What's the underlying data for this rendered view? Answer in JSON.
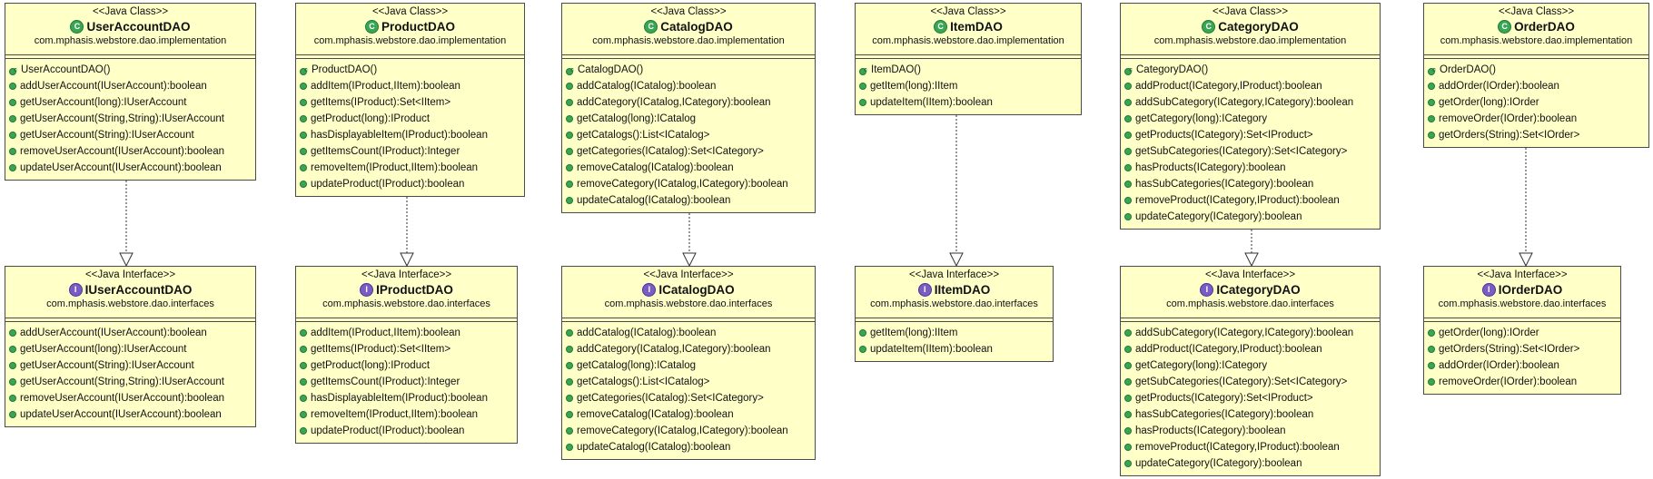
{
  "classes": [
    {
      "stereotype": "<<Java Class>>",
      "name": "UserAccountDAO",
      "package": "com.mphasis.webstore.dao.implementation",
      "methods": [
        "UserAccountDAO()",
        "addUserAccount(IUserAccount):boolean",
        "getUserAccount(long):IUserAccount",
        "getUserAccount(String,String):IUserAccount",
        "getUserAccount(String):IUserAccount",
        "removeUserAccount(IUserAccount):boolean",
        "updateUserAccount(IUserAccount):boolean"
      ]
    },
    {
      "stereotype": "<<Java Class>>",
      "name": "ProductDAO",
      "package": "com.mphasis.webstore.dao.implementation",
      "methods": [
        "ProductDAO()",
        "addItem(IProduct,IItem):boolean",
        "getItems(IProduct):Set<IItem>",
        "getProduct(long):IProduct",
        "hasDisplayableItem(IProduct):boolean",
        "getItemsCount(IProduct):Integer",
        "removeItem(IProduct,IItem):boolean",
        "updateProduct(IProduct):boolean"
      ]
    },
    {
      "stereotype": "<<Java Class>>",
      "name": "CatalogDAO",
      "package": "com.mphasis.webstore.dao.implementation",
      "methods": [
        "CatalogDAO()",
        "addCatalog(ICatalog):boolean",
        "addCategory(ICatalog,ICategory):boolean",
        "getCatalog(long):ICatalog",
        "getCatalogs():List<ICatalog>",
        "getCategories(ICatalog):Set<ICategory>",
        "removeCatalog(ICatalog):boolean",
        "removeCategory(ICatalog,ICategory):boolean",
        "updateCatalog(ICatalog):boolean"
      ]
    },
    {
      "stereotype": "<<Java Class>>",
      "name": "ItemDAO",
      "package": "com.mphasis.webstore.dao.implementation",
      "methods": [
        "ItemDAO()",
        "getItem(long):IItem",
        "updateItem(IItem):boolean"
      ]
    },
    {
      "stereotype": "<<Java Class>>",
      "name": "CategoryDAO",
      "package": "com.mphasis.webstore.dao.implementation",
      "methods": [
        "CategoryDAO()",
        "addProduct(ICategory,IProduct):boolean",
        "addSubCategory(ICategory,ICategory):boolean",
        "getCategory(long):ICategory",
        "getProducts(ICategory):Set<IProduct>",
        "getSubCategories(ICategory):Set<ICategory>",
        "hasProducts(ICategory):boolean",
        "hasSubCategories(ICategory):boolean",
        "removeProduct(ICategory,IProduct):boolean",
        "updateCategory(ICategory):boolean"
      ]
    },
    {
      "stereotype": "<<Java Class>>",
      "name": "OrderDAO",
      "package": "com.mphasis.webstore.dao.implementation",
      "methods": [
        "OrderDAO()",
        "addOrder(IOrder):boolean",
        "getOrder(long):IOrder",
        "removeOrder(IOrder):boolean",
        "getOrders(String):Set<IOrder>"
      ]
    }
  ],
  "interfaces": [
    {
      "stereotype": "<<Java Interface>>",
      "name": "IUserAccountDAO",
      "package": "com.mphasis.webstore.dao.interfaces",
      "methods": [
        "addUserAccount(IUserAccount):boolean",
        "getUserAccount(long):IUserAccount",
        "getUserAccount(String):IUserAccount",
        "getUserAccount(String,String):IUserAccount",
        "removeUserAccount(IUserAccount):boolean",
        "updateUserAccount(IUserAccount):boolean"
      ]
    },
    {
      "stereotype": "<<Java Interface>>",
      "name": "IProductDAO",
      "package": "com.mphasis.webstore.dao.interfaces",
      "methods": [
        "addItem(IProduct,IItem):boolean",
        "getItems(IProduct):Set<IItem>",
        "getProduct(long):IProduct",
        "getItemsCount(IProduct):Integer",
        "hasDisplayableItem(IProduct):boolean",
        "removeItem(IProduct,IItem):boolean",
        "updateProduct(IProduct):boolean"
      ]
    },
    {
      "stereotype": "<<Java Interface>>",
      "name": "ICatalogDAO",
      "package": "com.mphasis.webstore.dao.interfaces",
      "methods": [
        "addCatalog(ICatalog):boolean",
        "addCategory(ICatalog,ICategory):boolean",
        "getCatalog(long):ICatalog",
        "getCatalogs():List<ICatalog>",
        "getCategories(ICatalog):Set<ICategory>",
        "removeCatalog(ICatalog):boolean",
        "removeCategory(ICatalog,ICategory):boolean",
        "updateCatalog(ICatalog):boolean"
      ]
    },
    {
      "stereotype": "<<Java Interface>>",
      "name": "IItemDAO",
      "package": "com.mphasis.webstore.dao.interfaces",
      "methods": [
        "getItem(long):IItem",
        "updateItem(IItem):boolean"
      ]
    },
    {
      "stereotype": "<<Java Interface>>",
      "name": "ICategoryDAO",
      "package": "com.mphasis.webstore.dao.interfaces",
      "methods": [
        "addSubCategory(ICategory,ICategory):boolean",
        "addProduct(ICategory,IProduct):boolean",
        "getCategory(long):ICategory",
        "getSubCategories(ICategory):Set<ICategory>",
        "getProducts(ICategory):Set<IProduct>",
        "hasSubCategories(ICategory):boolean",
        "hasProducts(ICategory):boolean",
        "removeProduct(ICategory,IProduct):boolean",
        "updateCategory(ICategory):boolean"
      ]
    },
    {
      "stereotype": "<<Java Interface>>",
      "name": "IOrderDAO",
      "package": "com.mphasis.webstore.dao.interfaces",
      "methods": [
        "getOrder(long):IOrder",
        "getOrders(String):Set<IOrder>",
        "addOrder(IOrder):boolean",
        "removeOrder(IOrder):boolean"
      ]
    }
  ],
  "colors": {
    "box_fill": "#ffffc8",
    "border": "#4a4a4a",
    "method_dot": "#3aa655",
    "class_icon": "#3aa655",
    "interface_icon": "#7b5cc4"
  }
}
